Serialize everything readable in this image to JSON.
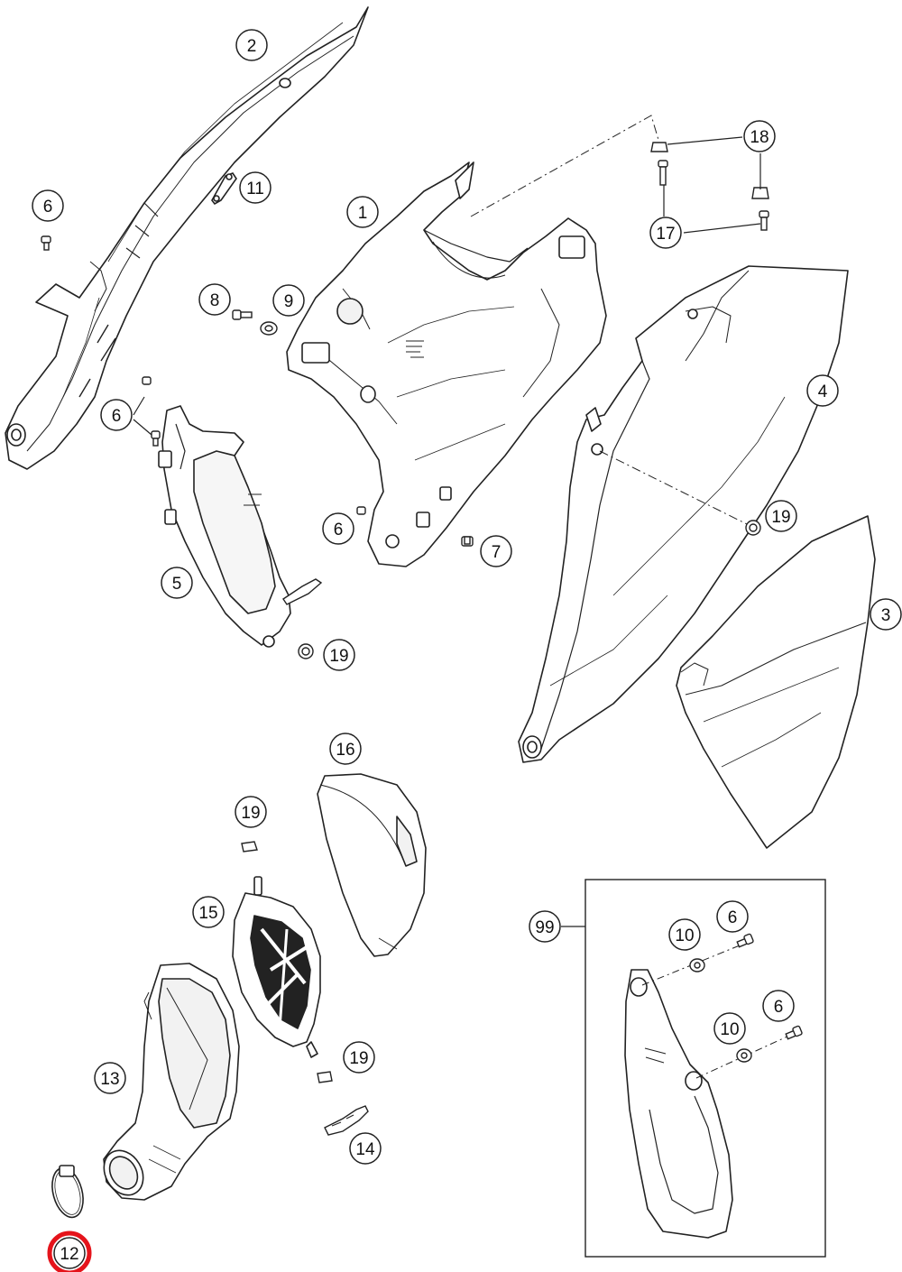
{
  "diagram": {
    "callouts": {
      "c1": "1",
      "c2": "2",
      "c3": "3",
      "c4": "4",
      "c5": "5",
      "c6a": "6",
      "c6b": "6",
      "c6c": "6",
      "c6d": "6",
      "c6e": "6",
      "c7": "7",
      "c8": "8",
      "c9": "9",
      "c10a": "10",
      "c10b": "10",
      "c11": "11",
      "c12": "12",
      "c13": "13",
      "c14": "14",
      "c15": "15",
      "c16": "16",
      "c17": "17",
      "c18": "18",
      "c19a": "19",
      "c19b": "19",
      "c19c": "19",
      "c19d": "19",
      "c99": "99"
    },
    "highlight_color": "#e5141b",
    "line_color": "#222222",
    "fill_color": "#ffffff",
    "shade_color": "#f2f2f2"
  }
}
